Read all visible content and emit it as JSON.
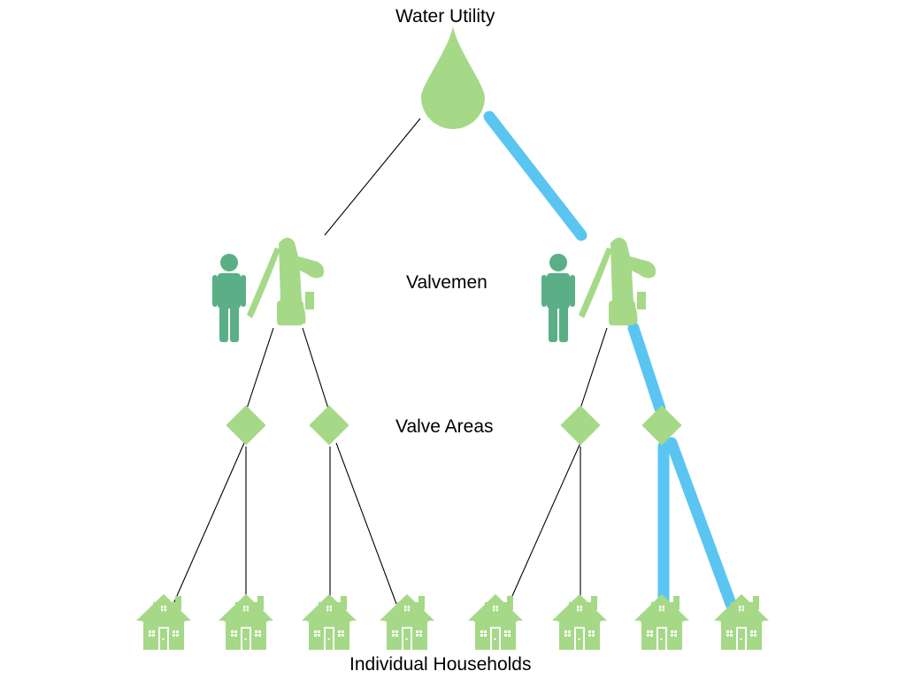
{
  "labels": {
    "water_utility": "Water Utility",
    "valvemen": "Valvemen",
    "valve_areas": "Valve Areas",
    "individual_households": "Individual Households"
  },
  "colors": {
    "green": "#a5d987",
    "person": "#5aaf86",
    "highlight_pipe": "#5bc5f2",
    "line": "#000000",
    "background": "#ffffff"
  },
  "icons": {
    "utility": "water-drop-icon",
    "valveman": "person-icon",
    "pump": "hand-pump-icon",
    "valve_area": "diamond-icon",
    "household": "house-icon"
  },
  "tree": {
    "utility": "Water Utility",
    "valvemen": [
      {
        "highlighted": false,
        "valve_areas": [
          {
            "highlighted": false,
            "households": [
              {
                "highlighted": false
              },
              {
                "highlighted": false
              }
            ]
          },
          {
            "highlighted": false,
            "households": [
              {
                "highlighted": false
              },
              {
                "highlighted": false
              }
            ]
          }
        ]
      },
      {
        "highlighted": true,
        "valve_areas": [
          {
            "highlighted": false,
            "households": [
              {
                "highlighted": false
              },
              {
                "highlighted": false
              }
            ]
          },
          {
            "highlighted": true,
            "households": [
              {
                "highlighted": true
              },
              {
                "highlighted": true
              }
            ]
          }
        ]
      }
    ]
  }
}
